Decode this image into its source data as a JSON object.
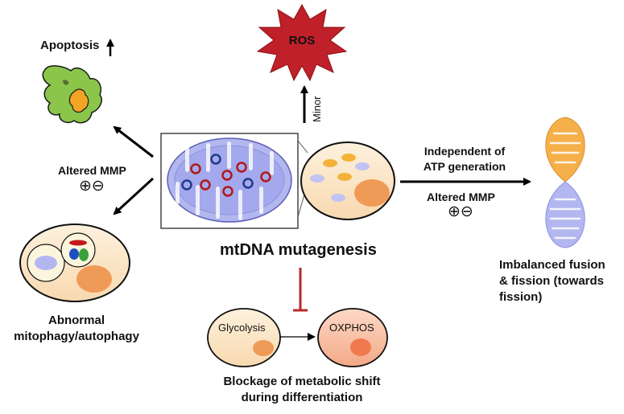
{
  "labels": {
    "ros": "ROS",
    "minor": "Minor",
    "apoptosis": "Apoptosis",
    "altered_mmp_left": "Altered MMP",
    "plus_minus_left": "⊕⊖",
    "independent_line1": "Independent of",
    "independent_line2": "ATP generation",
    "altered_mmp_right": "Altered MMP",
    "plus_minus_right": "⊕⊖",
    "mtdna": "mtDNA mutagenesis",
    "imbalanced_line1": "Imbalanced fusion",
    "imbalanced_line2": "& fission (towards",
    "imbalanced_line3": "fission)",
    "abnormal_line1": "Abnormal",
    "abnormal_line2": "mitophagy/autophagy",
    "glycolysis": "Glycolysis",
    "oxphos": "OXPHOS",
    "blockage_line1": "Blockage of metabolic shift",
    "blockage_line2": "during differentiation"
  },
  "colors": {
    "ros_fill": "#c0202a",
    "mito_fill": "#b3b7f0",
    "cell_fill": "#fbe6c6",
    "nucleus_fill": "#f09a58",
    "apoptosis_green": "#8bc54a",
    "apoptosis_orange": "#f4a424",
    "inhibit_red": "#b72a2a",
    "oxphos_fill": "#f6bfa5"
  }
}
